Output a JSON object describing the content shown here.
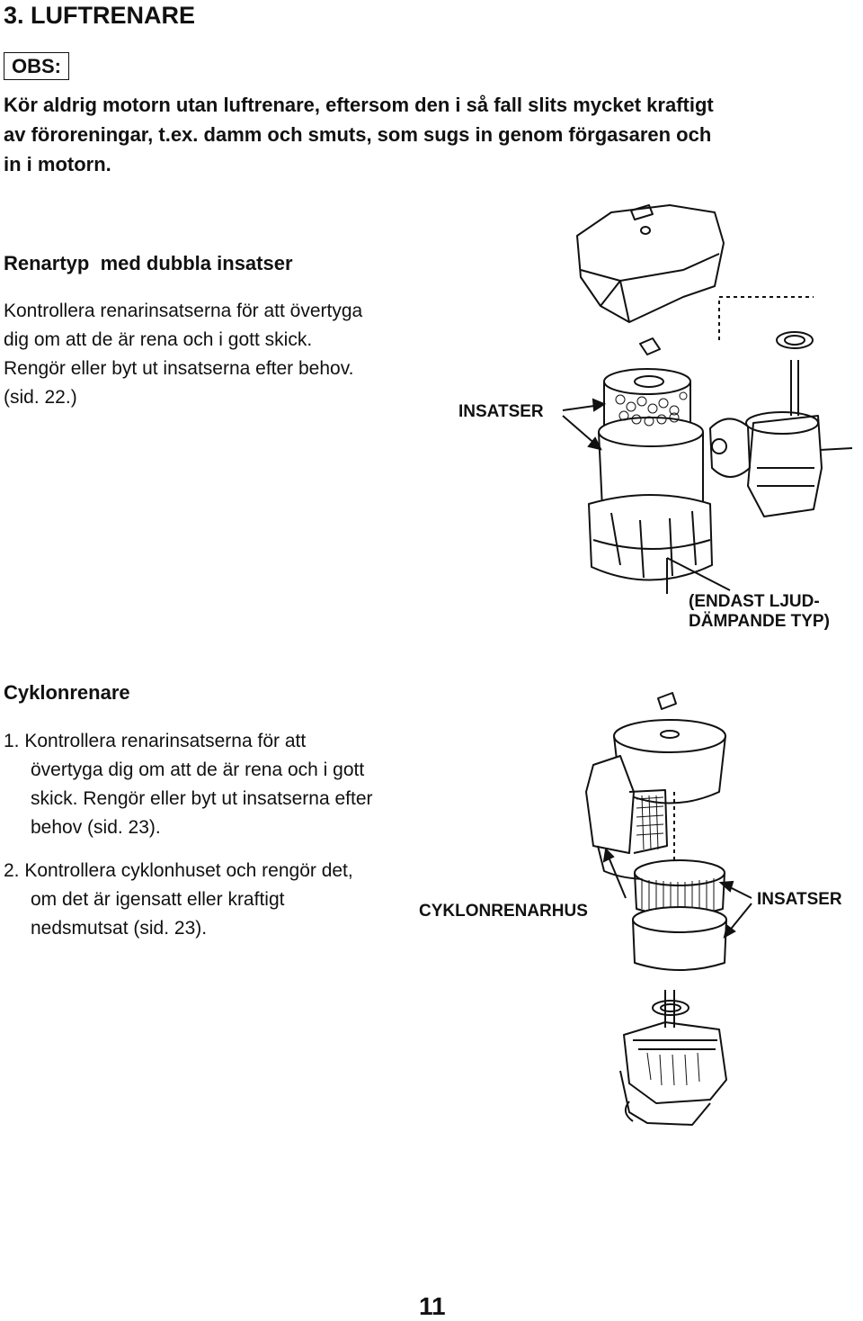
{
  "section_title": "3. LUFTRENARE",
  "obs_label": "OBS:",
  "warning_lines": [
    "Kör aldrig motorn utan luftrenare, eftersom den i så fall slits mycket kraftigt",
    "av föroreningar, t.ex. damm och smuts, som sugs in genom förgasaren och",
    "in i motorn."
  ],
  "double_type": {
    "heading": "Renartyp  med dubbla insatser",
    "lines": [
      "Kontrollera renarinsatserna för att övertyga",
      "dig om att de är rena och i gott skick.",
      "Rengör eller byt ut insatserna efter behov.",
      "(sid. 22.)"
    ],
    "label_elements": "INSATSER",
    "label_note_lines": [
      "(ENDAST LJUD-",
      "DÄMPANDE TYP)"
    ]
  },
  "cyclone_type": {
    "heading": "Cyklonrenare",
    "step1_lines": [
      "1. Kontrollera renarinsatserna för att",
      "övertyga dig om att de är rena och i gott",
      "skick. Rengör eller byt ut insatserna efter",
      "behov (sid. 23)."
    ],
    "step2_lines": [
      "2. Kontrollera cyklonhuset och rengör det,",
      "om det är igensatt eller kraftigt",
      "nedsmutsat (sid. 23)."
    ],
    "label_housing": "CYKLONRENARHUS",
    "label_elements": "INSATSER"
  },
  "page_number": "11"
}
